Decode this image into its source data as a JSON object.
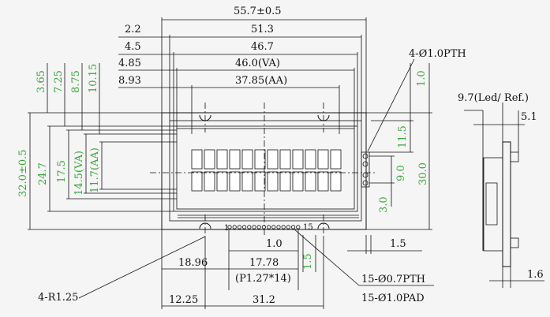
{
  "top_dims": {
    "overall": "55.7±0.5",
    "d1": "51.3",
    "d2": "46.7",
    "d3": "46.0(VA)",
    "d4": "37.85(AA)",
    "l1": "2.2",
    "l2": "4.5",
    "l3": "4.85",
    "l4": "8.93"
  },
  "left_dims": {
    "v1": "3.65",
    "v2": "7.25",
    "v3": "8.75",
    "v4": "10.15",
    "h_overall": "32.0±0.5",
    "h1": "24.7",
    "h2": "17.5",
    "h3": "14.5(VA)",
    "h4": "11.7(AA)"
  },
  "right_dims": {
    "pth": "4-Ø1.0PTH",
    "r1": "1.0",
    "r2": "11.5",
    "r3": "9.0",
    "r4": "30.0",
    "r5": "3.0",
    "r6": "1.5"
  },
  "bottom_dims": {
    "pitch": "1.0",
    "p1": "18.96",
    "p2": "17.78",
    "p3": "(P1.27*14)",
    "p4": "1.5",
    "pin_start": "1",
    "pin_end": "15",
    "pth2": "15-Ø0.7PTH",
    "pad": "15-Ø1.0PAD",
    "radius": "4-R1.25",
    "b1": "12.25",
    "b2": "31.2"
  },
  "side_view": {
    "led": "9.7(Led/ Ref.)",
    "s1": "5.1",
    "s2": "1.6"
  },
  "colors": {
    "line": "#111111",
    "green_dim": "#3aa53a",
    "background": "#f5f5f5"
  }
}
